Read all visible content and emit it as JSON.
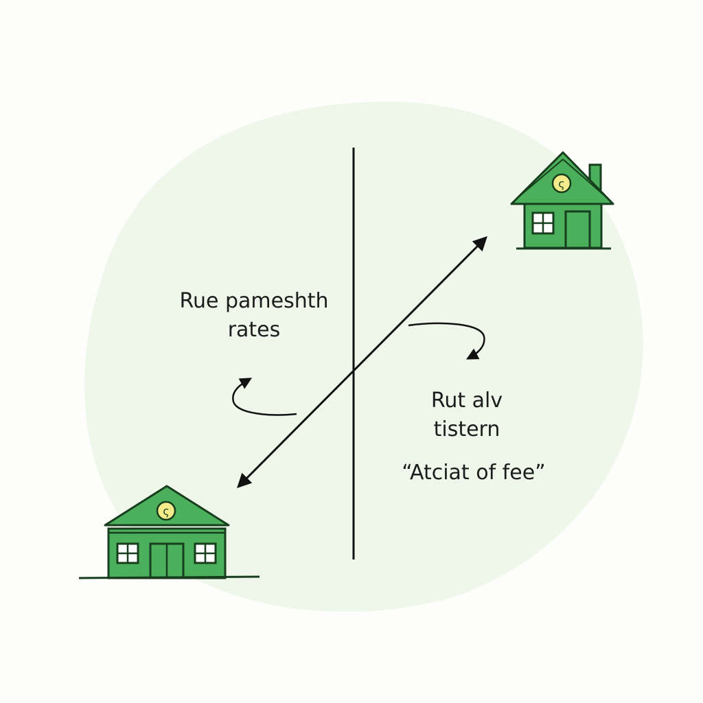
{
  "labels": {
    "left_line1": "Rue pameshth",
    "left_line2": "rates",
    "right_line1": "Rut alv",
    "right_line2": "tistern",
    "quote": "“Atciat of fee”"
  },
  "icons": {
    "top_right_building": "house-icon",
    "bottom_left_building": "bank-icon",
    "coin_symbol": "coin-icon"
  },
  "colors": {
    "background": "#fdfdfc",
    "blob": "#eef7ea",
    "building_fill": "#4caf5b",
    "building_stroke": "#163d1c",
    "coin": "#f4ec8a",
    "line": "#111111"
  }
}
